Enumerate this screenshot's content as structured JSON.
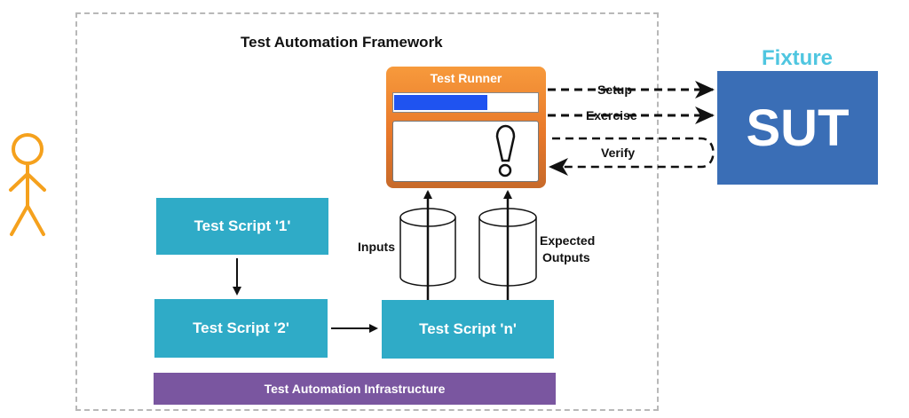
{
  "framework": {
    "title": "Test Automation Framework"
  },
  "scripts": {
    "script_1": "Test Script '1'",
    "script_2": "Test Script '2'",
    "script_n": "Test Script 'n'"
  },
  "infrastructure": "Test Automation Infrastructure",
  "runner": {
    "title": "Test Runner",
    "progress": 0.65
  },
  "fixture": {
    "label": "Fixture",
    "sut": "SUT"
  },
  "flows": {
    "setup": "Setup",
    "exercise": "Exercise",
    "verify": "Verify"
  },
  "data_stores": {
    "inputs": "Inputs",
    "expected_line1": "Expected",
    "expected_line2": "Outputs"
  },
  "colors": {
    "script_blue": "#2fabc7",
    "infra_purple": "#7a56a0",
    "runner_orange": "#f08a33",
    "sut_blue": "#3a6eb6",
    "fixture_cyan": "#4fc6e0",
    "actor_orange": "#f5a11d",
    "progress_blue": "#1f53f0"
  }
}
